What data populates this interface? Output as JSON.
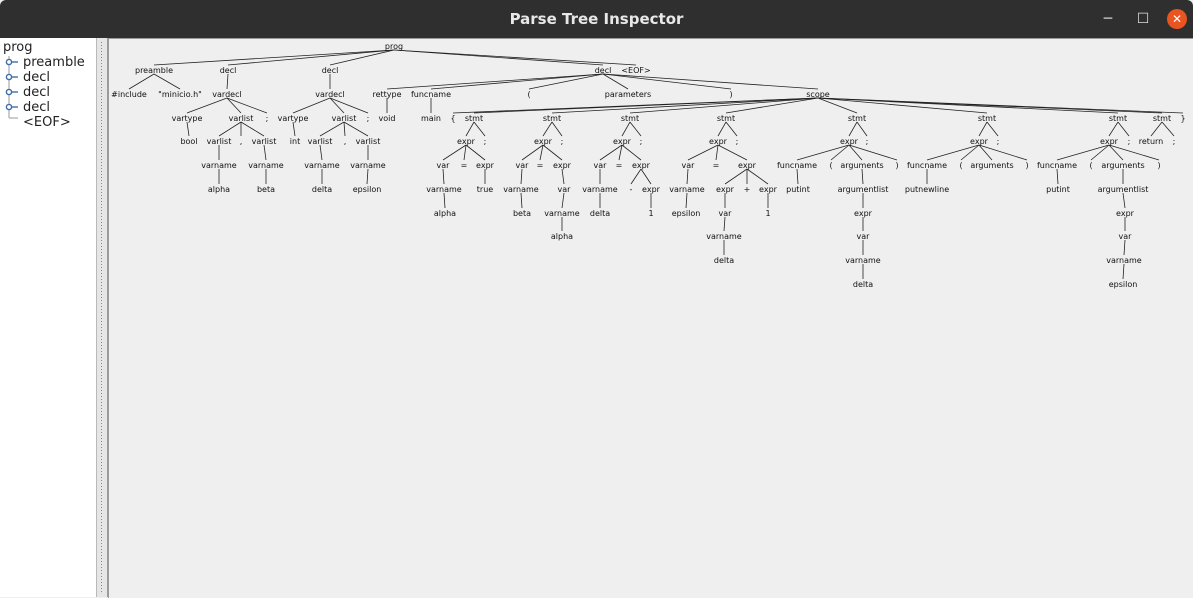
{
  "window": {
    "title": "Parse Tree Inspector",
    "minimize_glyph": "─",
    "maximize_glyph": "☐",
    "close_glyph": "✕"
  },
  "left_tree": {
    "root": "prog",
    "children": [
      "preamble",
      "decl",
      "decl",
      "decl",
      "<EOF>"
    ]
  },
  "parse_tree": {
    "nodes": [
      {
        "id": "prog",
        "label": "prog"
      },
      {
        "id": "pre",
        "label": "preamble",
        "parent": "prog"
      },
      {
        "id": "inc",
        "label": "#include",
        "parent": "pre"
      },
      {
        "id": "minicio",
        "label": "\"minicio.h\"",
        "parent": "pre"
      },
      {
        "id": "d1",
        "label": "decl",
        "parent": "prog"
      },
      {
        "id": "vd1",
        "label": "vardecl",
        "parent": "d1"
      },
      {
        "id": "vt1",
        "label": "vartype",
        "parent": "vd1"
      },
      {
        "id": "bool",
        "label": "bool",
        "parent": "vt1"
      },
      {
        "id": "vl1",
        "label": "varlist",
        "parent": "vd1"
      },
      {
        "id": "semi1",
        "label": ";",
        "parent": "vd1"
      },
      {
        "id": "vl1a",
        "label": "varlist",
        "parent": "vl1"
      },
      {
        "id": "comma1",
        "label": ",",
        "parent": "vl1"
      },
      {
        "id": "vl1b",
        "label": "varlist",
        "parent": "vl1"
      },
      {
        "id": "vn1a",
        "label": "varname",
        "parent": "vl1a"
      },
      {
        "id": "alpha1",
        "label": "alpha",
        "parent": "vn1a"
      },
      {
        "id": "vn1b",
        "label": "varname",
        "parent": "vl1b"
      },
      {
        "id": "beta1",
        "label": "beta",
        "parent": "vn1b"
      },
      {
        "id": "d2",
        "label": "decl",
        "parent": "prog"
      },
      {
        "id": "vd2",
        "label": "vardecl",
        "parent": "d2"
      },
      {
        "id": "vt2",
        "label": "vartype",
        "parent": "vd2"
      },
      {
        "id": "int",
        "label": "int",
        "parent": "vt2"
      },
      {
        "id": "vl2",
        "label": "varlist",
        "parent": "vd2"
      },
      {
        "id": "semi2",
        "label": ";",
        "parent": "vd2"
      },
      {
        "id": "vl2a",
        "label": "varlist",
        "parent": "vl2"
      },
      {
        "id": "comma2",
        "label": ",",
        "parent": "vl2"
      },
      {
        "id": "vl2b",
        "label": "varlist",
        "parent": "vl2"
      },
      {
        "id": "vn2a",
        "label": "varname",
        "parent": "vl2a"
      },
      {
        "id": "delta1",
        "label": "delta",
        "parent": "vn2a"
      },
      {
        "id": "vn2b",
        "label": "varname",
        "parent": "vl2b"
      },
      {
        "id": "eps1",
        "label": "epsilon",
        "parent": "vn2b"
      },
      {
        "id": "d3",
        "label": "decl",
        "parent": "prog"
      },
      {
        "id": "eof",
        "label": "<EOF>",
        "parent": "prog"
      },
      {
        "id": "rt",
        "label": "rettype",
        "parent": "d3"
      },
      {
        "id": "void",
        "label": "void",
        "parent": "rt"
      },
      {
        "id": "fn",
        "label": "funcname",
        "parent": "d3"
      },
      {
        "id": "main",
        "label": "main",
        "parent": "fn"
      },
      {
        "id": "lp",
        "label": "(",
        "parent": "d3"
      },
      {
        "id": "params",
        "label": "parameters",
        "parent": "d3"
      },
      {
        "id": "rp",
        "label": ")",
        "parent": "d3"
      },
      {
        "id": "scope",
        "label": "scope",
        "parent": "d3"
      },
      {
        "id": "lbrace",
        "label": "{",
        "parent": "scope"
      },
      {
        "id": "s1",
        "label": "stmt",
        "parent": "scope"
      },
      {
        "id": "e1",
        "label": "expr",
        "parent": "s1"
      },
      {
        "id": "sc1",
        "label": ";",
        "parent": "s1"
      },
      {
        "id": "v1",
        "label": "var",
        "parent": "e1"
      },
      {
        "id": "eq1",
        "label": "=",
        "parent": "e1"
      },
      {
        "id": "e1b",
        "label": "expr",
        "parent": "e1"
      },
      {
        "id": "vn3",
        "label": "varname",
        "parent": "v1"
      },
      {
        "id": "alpha2",
        "label": "alpha",
        "parent": "vn3"
      },
      {
        "id": "true",
        "label": "true",
        "parent": "e1b"
      },
      {
        "id": "s2",
        "label": "stmt",
        "parent": "scope"
      },
      {
        "id": "e2",
        "label": "expr",
        "parent": "s2"
      },
      {
        "id": "sc2",
        "label": ";",
        "parent": "s2"
      },
      {
        "id": "v2",
        "label": "var",
        "parent": "e2"
      },
      {
        "id": "eq2",
        "label": "=",
        "parent": "e2"
      },
      {
        "id": "e2b",
        "label": "expr",
        "parent": "e2"
      },
      {
        "id": "vn4",
        "label": "varname",
        "parent": "v2"
      },
      {
        "id": "beta2",
        "label": "beta",
        "parent": "vn4"
      },
      {
        "id": "v2b",
        "label": "var",
        "parent": "e2b"
      },
      {
        "id": "vn5",
        "label": "varname",
        "parent": "v2b"
      },
      {
        "id": "alpha3",
        "label": "alpha",
        "parent": "vn5"
      },
      {
        "id": "s3",
        "label": "stmt",
        "parent": "scope"
      },
      {
        "id": "e3",
        "label": "expr",
        "parent": "s3"
      },
      {
        "id": "sc3",
        "label": ";",
        "parent": "s3"
      },
      {
        "id": "v3",
        "label": "var",
        "parent": "e3"
      },
      {
        "id": "eq3",
        "label": "=",
        "parent": "e3"
      },
      {
        "id": "e3b",
        "label": "expr",
        "parent": "e3"
      },
      {
        "id": "vn6",
        "label": "varname",
        "parent": "v3"
      },
      {
        "id": "delta2",
        "label": "delta",
        "parent": "vn6"
      },
      {
        "id": "neg",
        "label": "-",
        "parent": "e3b"
      },
      {
        "id": "e3c",
        "label": "expr",
        "parent": "e3b"
      },
      {
        "id": "one1",
        "label": "1",
        "parent": "e3c"
      },
      {
        "id": "s4",
        "label": "stmt",
        "parent": "scope"
      },
      {
        "id": "e4",
        "label": "expr",
        "parent": "s4"
      },
      {
        "id": "sc4",
        "label": ";",
        "parent": "s4"
      },
      {
        "id": "v4",
        "label": "var",
        "parent": "e4"
      },
      {
        "id": "eq4",
        "label": "=",
        "parent": "e4"
      },
      {
        "id": "e4b",
        "label": "expr",
        "parent": "e4"
      },
      {
        "id": "vn7",
        "label": "varname",
        "parent": "v4"
      },
      {
        "id": "eps2",
        "label": "epsilon",
        "parent": "vn7"
      },
      {
        "id": "e4c",
        "label": "expr",
        "parent": "e4b"
      },
      {
        "id": "plus",
        "label": "+",
        "parent": "e4b"
      },
      {
        "id": "e4d",
        "label": "expr",
        "parent": "e4b"
      },
      {
        "id": "v4b",
        "label": "var",
        "parent": "e4c"
      },
      {
        "id": "vn8",
        "label": "varname",
        "parent": "v4b"
      },
      {
        "id": "delta3",
        "label": "delta",
        "parent": "vn8"
      },
      {
        "id": "one2",
        "label": "1",
        "parent": "e4d"
      },
      {
        "id": "s5",
        "label": "stmt",
        "parent": "scope"
      },
      {
        "id": "e5",
        "label": "expr",
        "parent": "s5"
      },
      {
        "id": "sc5",
        "label": ";",
        "parent": "s5"
      },
      {
        "id": "fn5",
        "label": "funcname",
        "parent": "e5"
      },
      {
        "id": "lp5",
        "label": "(",
        "parent": "e5"
      },
      {
        "id": "args5",
        "label": "arguments",
        "parent": "e5"
      },
      {
        "id": "rp5",
        "label": ")",
        "parent": "e5"
      },
      {
        "id": "putint1",
        "label": "putint",
        "parent": "fn5"
      },
      {
        "id": "al5",
        "label": "argumentlist",
        "parent": "args5"
      },
      {
        "id": "e5b",
        "label": "expr",
        "parent": "al5"
      },
      {
        "id": "v5",
        "label": "var",
        "parent": "e5b"
      },
      {
        "id": "vn9",
        "label": "varname",
        "parent": "v5"
      },
      {
        "id": "delta4",
        "label": "delta",
        "parent": "vn9"
      },
      {
        "id": "s6",
        "label": "stmt",
        "parent": "scope"
      },
      {
        "id": "e6",
        "label": "expr",
        "parent": "s6"
      },
      {
        "id": "sc6",
        "label": ";",
        "parent": "s6"
      },
      {
        "id": "fn6",
        "label": "funcname",
        "parent": "e6"
      },
      {
        "id": "lp6",
        "label": "(",
        "parent": "e6"
      },
      {
        "id": "args6",
        "label": "arguments",
        "parent": "e6"
      },
      {
        "id": "rp6",
        "label": ")",
        "parent": "e6"
      },
      {
        "id": "pnl",
        "label": "putnewline",
        "parent": "fn6"
      },
      {
        "id": "s7",
        "label": "stmt",
        "parent": "scope"
      },
      {
        "id": "e7",
        "label": "expr",
        "parent": "s7"
      },
      {
        "id": "sc7",
        "label": ";",
        "parent": "s7"
      },
      {
        "id": "fn7",
        "label": "funcname",
        "parent": "e7"
      },
      {
        "id": "lp7",
        "label": "(",
        "parent": "e7"
      },
      {
        "id": "args7",
        "label": "arguments",
        "parent": "e7"
      },
      {
        "id": "rp7",
        "label": ")",
        "parent": "e7"
      },
      {
        "id": "putint2",
        "label": "putint",
        "parent": "fn7"
      },
      {
        "id": "al7",
        "label": "argumentlist",
        "parent": "args7"
      },
      {
        "id": "e7b",
        "label": "expr",
        "parent": "al7"
      },
      {
        "id": "v7",
        "label": "var",
        "parent": "e7b"
      },
      {
        "id": "vn10",
        "label": "varname",
        "parent": "v7"
      },
      {
        "id": "eps3",
        "label": "epsilon",
        "parent": "vn10"
      },
      {
        "id": "s8",
        "label": "stmt",
        "parent": "scope"
      },
      {
        "id": "ret",
        "label": "return",
        "parent": "s8"
      },
      {
        "id": "sc8",
        "label": ";",
        "parent": "s8"
      },
      {
        "id": "rbrace",
        "label": "}",
        "parent": "scope"
      }
    ]
  }
}
